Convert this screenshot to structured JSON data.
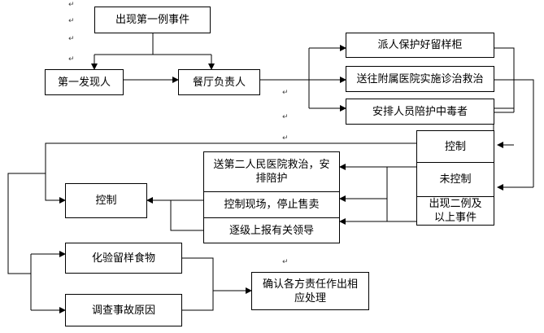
{
  "nodes": {
    "first_case": "出现第一例事件",
    "discoverer": "第一发现人",
    "restaurant_manager": "餐厅负责人",
    "guard_samples": "派人保护好留样柜",
    "send_hospital": "送往附属医院实施诊治救治",
    "accompany_patient": "安排人员陪护中毒者",
    "controlled": "控制",
    "uncontrolled": "未控制",
    "second_case": "出现二例及以上事件",
    "send_second_hospital": "送第二人民医院救治，安排陪护",
    "control_site": "控制现场，停止售卖",
    "report_leaders": "逐级上报有关领导",
    "controlled_left": "控制",
    "test_samples": "化验留样食物",
    "investigate_cause": "调查事故原因",
    "confirm_responsibility": "确认各方责任作出相应处理"
  },
  "colors": {
    "line": "#000000",
    "box_border": "#000000"
  }
}
